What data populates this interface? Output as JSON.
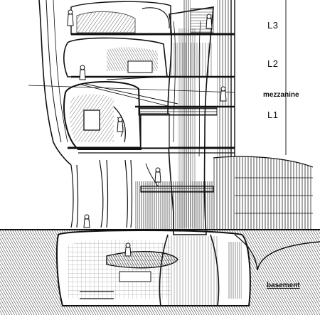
{
  "levels": {
    "l3": "L3",
    "l2": "L2",
    "mezzanine": "mezzanine",
    "l1": "L1",
    "basement": "basement"
  },
  "colors": {
    "ink": "#111111",
    "paper": "#ffffff",
    "hatch": "#333333"
  }
}
